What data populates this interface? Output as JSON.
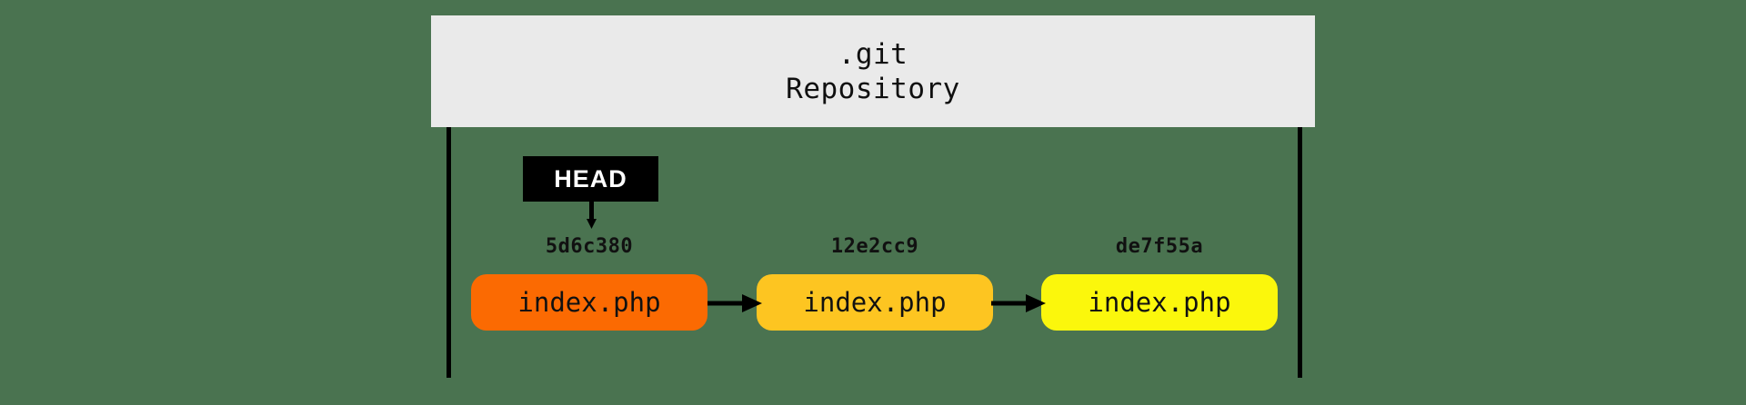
{
  "diagram": {
    "background_color": "#4a7350",
    "repository": {
      "title_line_1": ".git",
      "title_line_2": "Repository",
      "panel_color": "#eaeaea",
      "wall_color": "#000000"
    },
    "pointer": {
      "label": "HEAD",
      "badge_background": "#000000",
      "badge_text_color": "#ffffff",
      "arrow_direction": "down"
    },
    "commits": [
      {
        "hash": "5d6c380",
        "filename": "index.php",
        "color": "#fb6a02"
      },
      {
        "hash": "12e2cc9",
        "filename": "index.php",
        "color": "#fdc521"
      },
      {
        "hash": "de7f55a",
        "filename": "index.php",
        "color": "#fbf70c"
      }
    ],
    "connectors": [
      {
        "from": "5d6c380",
        "to": "12e2cc9",
        "direction": "right"
      },
      {
        "from": "12e2cc9",
        "to": "de7f55a",
        "direction": "right"
      }
    ]
  }
}
